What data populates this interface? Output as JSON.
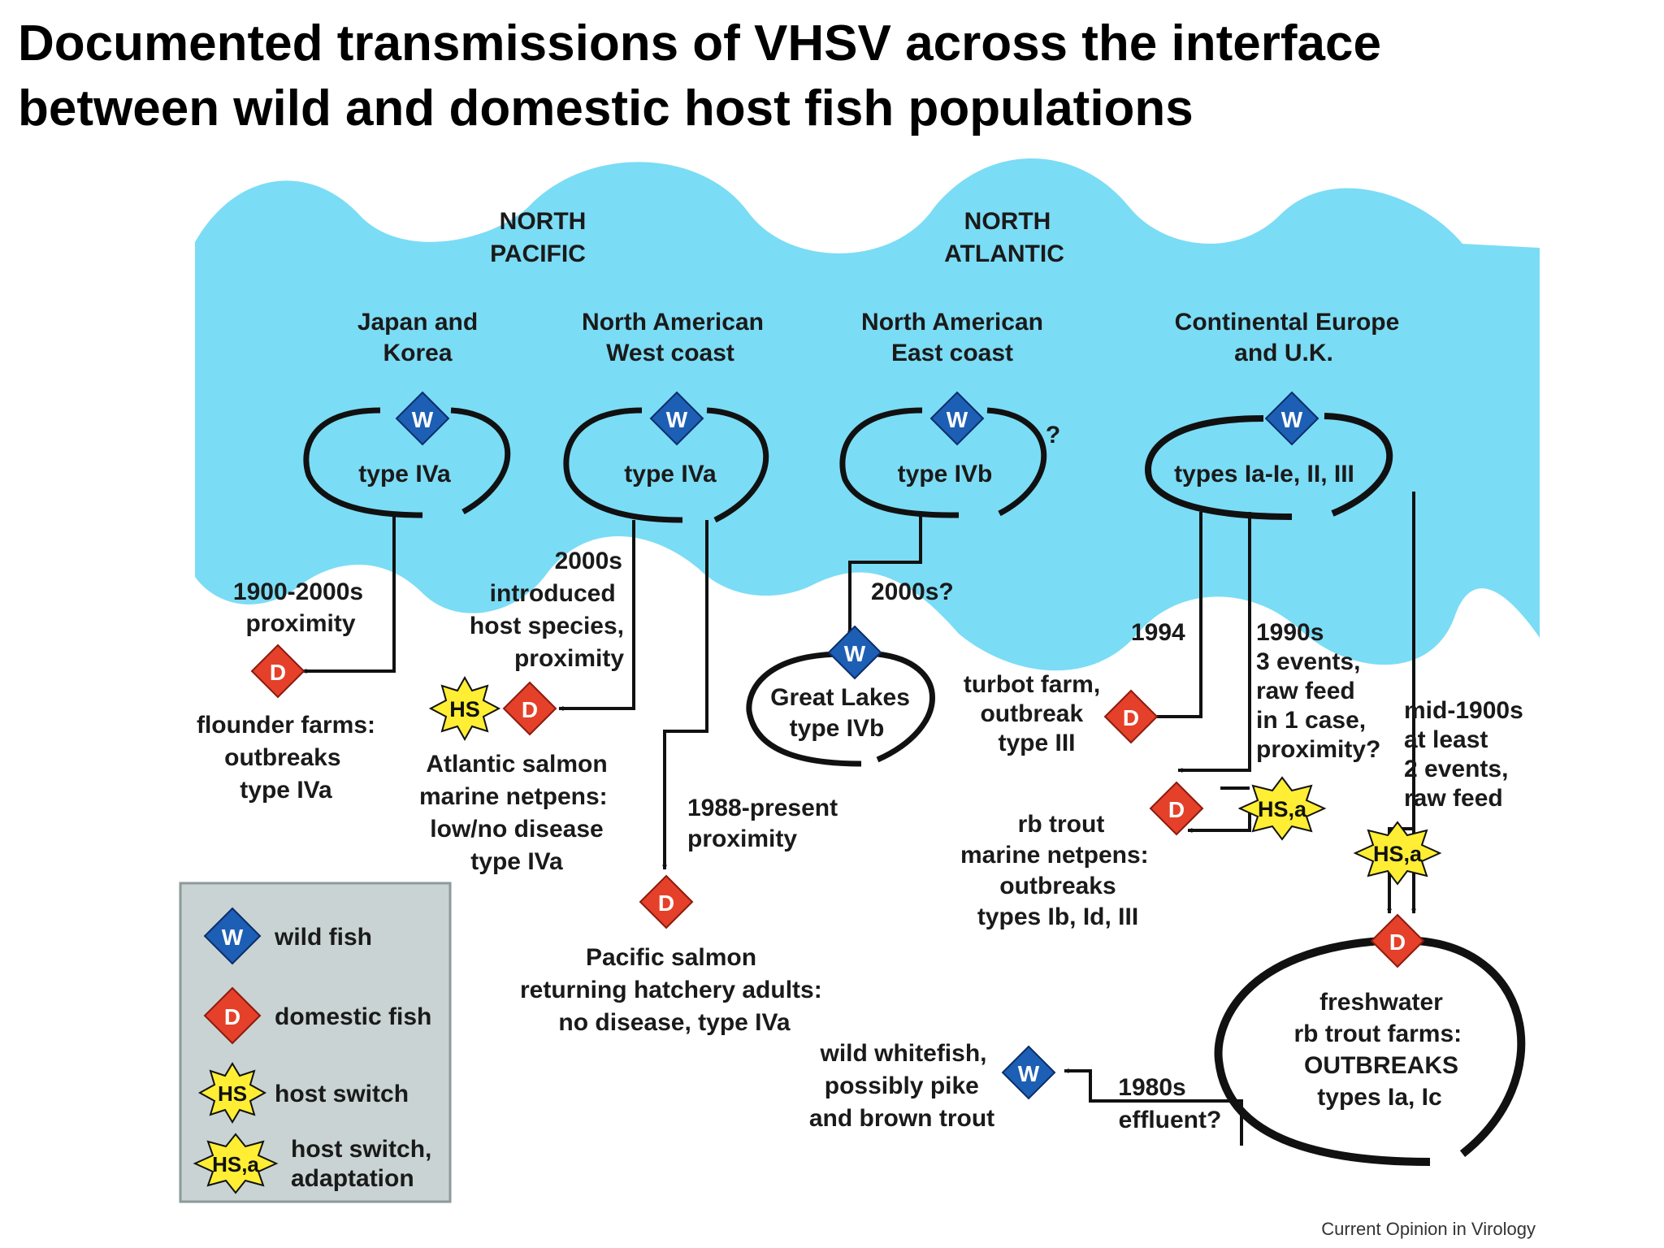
{
  "title": {
    "line1": "Documented transmissions of VHSV across the interface",
    "line2": "between wild and domestic host fish populations"
  },
  "colors": {
    "water": "#7bdcf5",
    "wild": "#1d5fb4",
    "domestic": "#e5402a",
    "host_switch": "#ffee33",
    "legend_bg": "#c9d3d3"
  },
  "oceans": {
    "pacific": [
      "NORTH",
      "PACIFIC"
    ],
    "atlantic": [
      "NORTH",
      "ATLANTIC"
    ]
  },
  "regions": {
    "japan": [
      "Japan and",
      "Korea"
    ],
    "na_west": [
      "North American",
      "West coast"
    ],
    "na_east": [
      "North American",
      "East coast"
    ],
    "europe": [
      "Continental Europe",
      "and U.K."
    ]
  },
  "badges": {
    "wild": "W",
    "domestic": "D",
    "hs": "HS",
    "hsa": "HS,a"
  },
  "cycles": {
    "japan": "type IVa",
    "na_west": "type IVa",
    "na_east": "type IVb",
    "europe": "types Ia-Ie, II, III",
    "great_lakes": [
      "Great Lakes",
      "type IVb"
    ],
    "freshwater": [
      "freshwater",
      "rb trout farms:",
      "OUTBREAKS",
      "types Ia, Ic"
    ]
  },
  "question_mark": "?",
  "transmissions": {
    "japan": [
      "1900-2000s",
      "proximity"
    ],
    "na_west": [
      "2000s",
      "introduced",
      "host species,",
      "proximity"
    ],
    "great_lakes": "2000s?",
    "turbot": "1994",
    "rbtrout": [
      "1990s",
      "3 events,",
      "raw feed",
      "in 1 case,",
      "proximity?"
    ],
    "freshwater": [
      "mid-1900s",
      "at least",
      "2 events,",
      "raw feed"
    ],
    "pacific_salmon": [
      "1988-present",
      "proximity"
    ],
    "effluent": [
      "1980s",
      "effluent?"
    ]
  },
  "farms": {
    "flounder": [
      "flounder farms:",
      "outbreaks",
      "type IVa"
    ],
    "atlantic_salmon": [
      "Atlantic salmon",
      "marine netpens:",
      "low/no disease",
      "type IVa"
    ],
    "pacific_salmon": [
      "Pacific salmon",
      "returning hatchery adults:",
      "no disease, type IVa"
    ],
    "turbot": [
      "turbot farm,",
      "outbreak",
      "type III"
    ],
    "rbtrout": [
      "rb trout",
      "marine netpens:",
      "outbreaks",
      "types Ib, Id, III"
    ],
    "whitefish": [
      "wild whitefish,",
      "possibly pike",
      "and brown trout"
    ]
  },
  "legend": {
    "wild": "wild fish",
    "domestic": "domestic fish",
    "hs": "host switch",
    "hsa": [
      "host switch,",
      "adaptation"
    ]
  },
  "credit": "Current Opinion in Virology"
}
